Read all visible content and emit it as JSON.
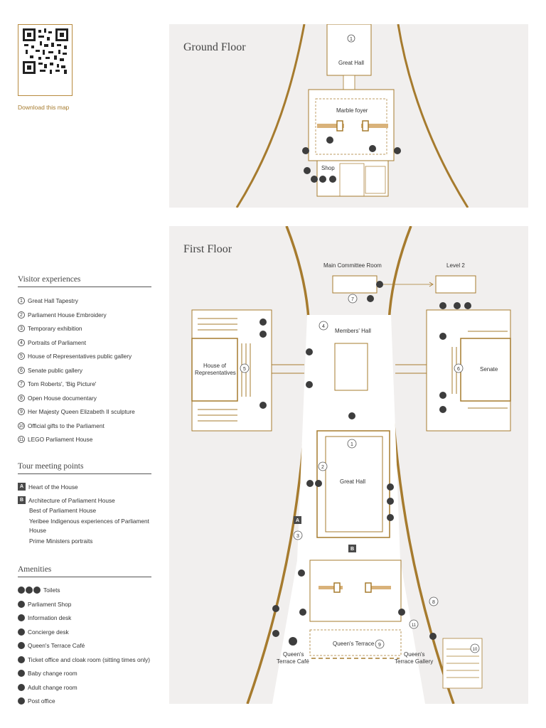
{
  "qr": {
    "download_label": "Download this map"
  },
  "ground_floor": {
    "title": "Ground Floor",
    "labels": {
      "great_hall": "Great Hall",
      "marble_foyer": "Marble foyer",
      "shop": "Shop",
      "marker_1": "1"
    }
  },
  "first_floor": {
    "title": "First Floor",
    "labels": {
      "main_committee_room": "Main Committee Room",
      "level_2": "Level 2",
      "members_hall": "Members' Hall",
      "house_of_reps_1": "House of",
      "house_of_reps_2": "Representatives",
      "senate": "Senate",
      "great_hall": "Great Hall",
      "queens_terrace": "Queen's Terrace",
      "queens_cafe_1": "Queen's",
      "queens_cafe_2": "Terrace Café",
      "queens_gallery_1": "Queen's",
      "queens_gallery_2": "Terrace Gallery"
    },
    "markers": [
      "1",
      "2",
      "3",
      "4",
      "5",
      "6",
      "7",
      "8",
      "9",
      "10",
      "11"
    ],
    "tour_points": [
      "A",
      "B"
    ]
  },
  "visitor_experiences": {
    "heading": "Visitor experiences",
    "items": [
      {
        "num": "1",
        "label": "Great Hall Tapestry"
      },
      {
        "num": "2",
        "label": "Parliament House Embroidery"
      },
      {
        "num": "3",
        "label": "Temporary exhibition"
      },
      {
        "num": "4",
        "label": "Portraits of Parliament"
      },
      {
        "num": "5",
        "label": "House of Representatives public gallery"
      },
      {
        "num": "6",
        "label": "Senate public gallery"
      },
      {
        "num": "7",
        "label": "Tom Roberts', 'Big Picture'"
      },
      {
        "num": "8",
        "label": "Open House documentary"
      },
      {
        "num": "9",
        "label": "Her Majesty Queen Elizabeth II sculpture"
      },
      {
        "num": "10",
        "label": "Official gifts to the Parliament"
      },
      {
        "num": "11",
        "label": "LEGO Parliament House"
      }
    ]
  },
  "tour_meeting_points": {
    "heading": "Tour meeting points",
    "a": {
      "code": "A",
      "label": "Heart of the House"
    },
    "b": {
      "code": "B",
      "label": "Architecture of Parliament House"
    },
    "b_extra": [
      "Best of Parliament House",
      "Yeribee Indigenous experiences of Parliament",
      "House",
      "Prime Ministers portraits"
    ]
  },
  "amenities": {
    "heading": "Amenities",
    "items": [
      {
        "icon": "toilets-icon",
        "label": "Toilets"
      },
      {
        "icon": "parliament-shop-icon",
        "label": "Parliament Shop"
      },
      {
        "icon": "information-icon",
        "label": "Information desk"
      },
      {
        "icon": "concierge-icon",
        "label": "Concierge desk"
      },
      {
        "icon": "cafe-icon",
        "label": "Queen's Terrace Café"
      },
      {
        "icon": "ticket-icon",
        "label": "Ticket office and cloak room (sitting times only)"
      },
      {
        "icon": "baby-change-icon",
        "label": "Baby change room"
      },
      {
        "icon": "adult-change-icon",
        "label": "Adult change room"
      },
      {
        "icon": "post-office-icon",
        "label": "Post office"
      }
    ]
  },
  "colors": {
    "accent": "#b78a3e",
    "panel": "#f1efee",
    "wall": "#a67b2e",
    "icon": "#3d3d3d"
  }
}
